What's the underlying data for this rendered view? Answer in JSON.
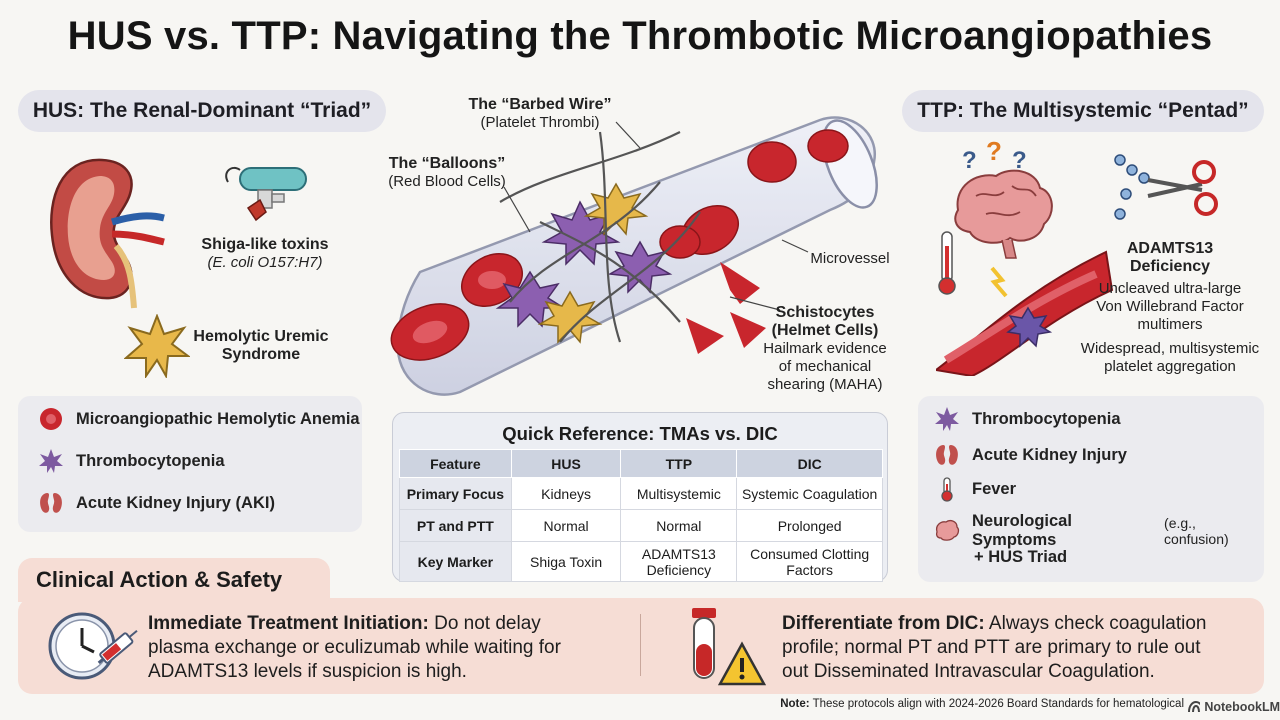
{
  "title": "HUS vs. TTP: Navigating the Thrombotic Microangiopathies",
  "hus": {
    "heading": "HUS: The Renal-Dominant “Triad”",
    "toxin_label": "Shiga-like toxins",
    "toxin_source": "(E. coli O157:H7)",
    "syndrome_line1": "Hemolytic Uremic",
    "syndrome_line2": "Syndrome",
    "triad": [
      "Microangiopathic Hemolytic Anemia",
      "Thrombocytopenia",
      "Acute Kidney Injury (AKI)"
    ]
  },
  "center": {
    "barbed_title": "The “Barbed Wire”",
    "barbed_sub": "(Platelet Thrombi)",
    "balloon_title": "The “Balloons”",
    "balloon_sub": "(Red Blood Cells)",
    "microvessel": "Microvessel",
    "schisto_line1": "Schistocytes",
    "schisto_line2": "(Helmet Cells)",
    "schisto_desc1": "Hailmark evidence",
    "schisto_desc2": "of mechanical",
    "schisto_desc3": "shearing (MAHA)"
  },
  "ttp": {
    "heading": "TTP: The Multisystemic “Pentad”",
    "adamts_line1": "ADAMTS13",
    "adamts_line2": "Deficiency",
    "vwf_line1": "Uncleaved ultra-large",
    "vwf_line2": "Von Willebrand Factor",
    "vwf_line3": "multimers",
    "agg_line1": "Widespread, multisystemic",
    "agg_line2": "platelet aggregation",
    "pentad": [
      "Thrombocytopenia",
      "Acute Kidney Injury",
      "Fever",
      "Neurological Symptoms",
      "+ HUS Triad"
    ],
    "neuro_note": "(e.g., confusion)"
  },
  "reference": {
    "title": "Quick Reference: TMAs vs. DIC",
    "headers": [
      "Feature",
      "HUS",
      "TTP",
      "DIC"
    ],
    "rows": [
      [
        "Primary Focus",
        "Kidneys",
        "Multisystemic",
        "Systemic Coagulation"
      ],
      [
        "PT and PTT",
        "Normal",
        "Normal",
        "Prolonged"
      ],
      [
        "Key Marker",
        "Shiga Toxin",
        "ADAMTS13 Deficiency",
        "Consumed Clotting Factors"
      ]
    ]
  },
  "action": {
    "title": "Clinical Action & Safety",
    "left_bold": "Immediate Treatment Initiation:",
    "left_line1": "Do not delay",
    "left_line2": "plasma exchange or eculizumab while waiting for",
    "left_line3": "ADAMTS13 levels if suspicion is high.",
    "right_bold": "Differentiate from DIC:",
    "right_line1": "Always check coagulation",
    "right_line2": "profile; normal PT and PTT are primary to rule out",
    "right_line3": "out Disseminated Intravascular Coagulation."
  },
  "note_label": "Note:",
  "note_text": "These protocols align with 2024-2026 Board Standards for hematological",
  "brand": "NotebookLM",
  "colors": {
    "rbc": "#c8262d",
    "platelet": "#7d5aa0",
    "kidney": "#c0504d",
    "panel": "#ebebef",
    "action_bg": "#f6ddd5"
  }
}
